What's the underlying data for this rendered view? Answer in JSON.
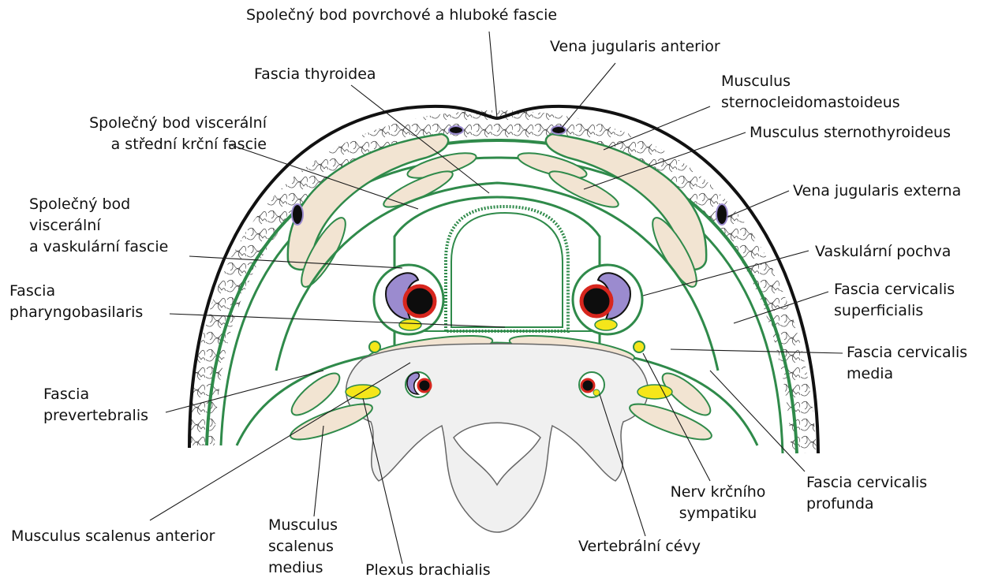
{
  "labels": {
    "common_point_fasciae": [
      "Společný bod povrchové a hluboké fascie"
    ],
    "vena_jugularis_anterior": [
      "Vena jugularis anterior"
    ],
    "fascia_thyroidea": [
      "Fascia thyroidea"
    ],
    "musculus_scm": [
      "Musculus",
      "sternocleidomastoideus"
    ],
    "musculus_sternothyroideus": [
      "Musculus sternothyroideus"
    ],
    "common_point_visceral_middle": [
      "Společný bod viscerální",
      "a střední krční fascie"
    ],
    "vena_jugularis_externa": [
      "Vena jugularis externa"
    ],
    "common_point_visceral_vascular": [
      "Společný bod",
      "viscerální",
      "a vaskulární fascie"
    ],
    "vaskularni_pochva": [
      "Vaskulární pochva"
    ],
    "fascia_pharyngobasilaris": [
      "Fascia",
      "pharyngobasilaris"
    ],
    "fascia_cervicalis_superficialis": [
      "Fascia cervicalis",
      "superficialis"
    ],
    "fascia_cervicalis_media": [
      "Fascia cervicalis",
      "media"
    ],
    "fascia_prevertebralis": [
      "Fascia",
      "prevertebralis"
    ],
    "fascia_cervicalis_profunda": [
      "Fascia cervicalis",
      "profunda"
    ],
    "nerv_krcniho_sympatiku": [
      "Nerv krčního",
      "sympatiku"
    ],
    "musculus_scalenus_anterior": [
      "Musculus scalenus anterior"
    ],
    "musculus_scalenus_medius": [
      "Musculus",
      "scalenus",
      "medius"
    ],
    "vertebralni_cevy": [
      "Vertebrální cévy"
    ],
    "plexus_brachialis": [
      "Plexus brachialis"
    ]
  },
  "colors": {
    "fascia_green": "#2f8a4a",
    "muscle_beige": "#f2e4d2",
    "artery_red": "#d7261e",
    "vein_black": "#0d0d0d",
    "sheath_purple": "#9b8bcf",
    "nerve_yellow": "#f5e61a",
    "bone_gray": "#f0f0f0"
  }
}
